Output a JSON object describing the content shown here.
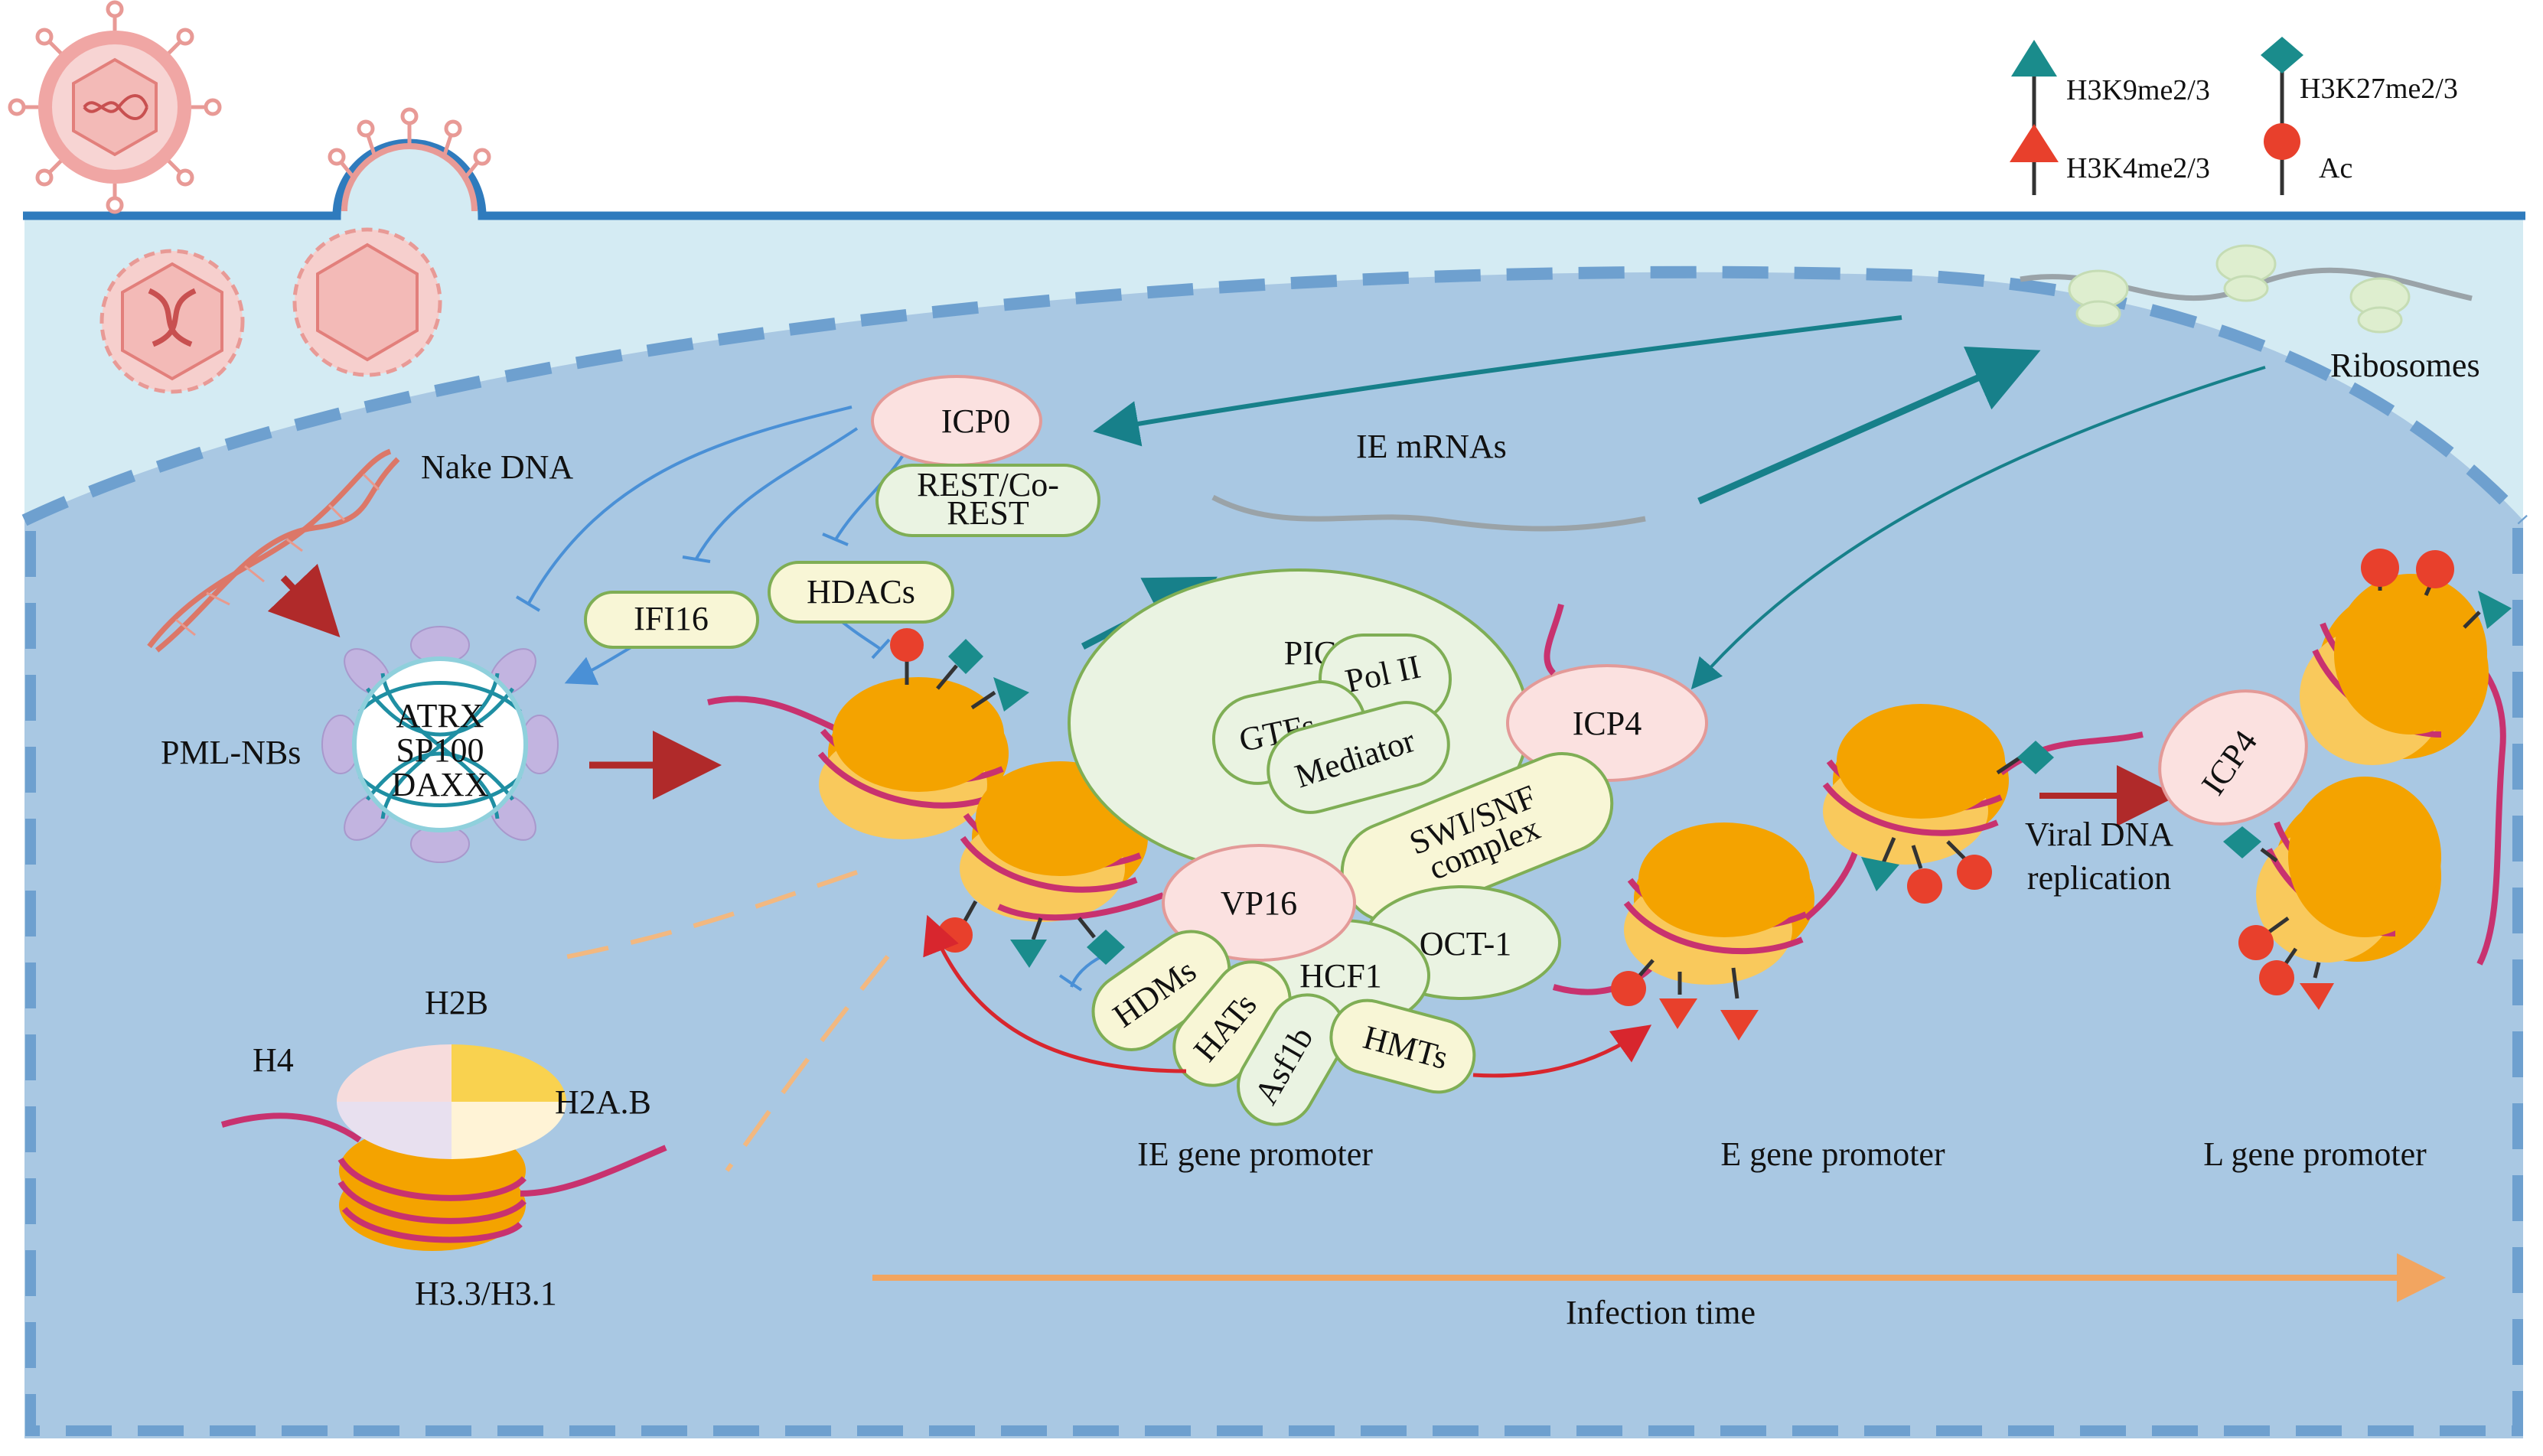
{
  "legend": {
    "h3k9": "H3K9me2/3",
    "h3k27": "H3K27me2/3",
    "h3k4": "H3K4me2/3",
    "ac": "Ac"
  },
  "labels": {
    "nake_dna": "Nake DNA",
    "pml_nbs": "PML-NBs",
    "atrx": "ATRX",
    "sp100": "SP100",
    "daxx": "DAXX",
    "icp0": "ICP0",
    "rest_line1": "REST/Co-",
    "rest_line2": "REST",
    "ifi16": "IFI16",
    "hdacs": "HDACs",
    "ie_mrnas": "IE mRNAs",
    "ribosomes": "Ribosomes",
    "pic": "PIC",
    "pol_ii": "Pol II",
    "gtfs": "GTFs",
    "mediator": "Mediator",
    "icp4_a": "ICP4",
    "icp4_b": "ICP4",
    "swi_line1": "SWI/SNF",
    "swi_line2": "complex",
    "vp16": "VP16",
    "oct1": "OCT-1",
    "hcf1": "HCF1",
    "hdms": "HDMs",
    "hats": "HATs",
    "asf1b": "Asf1b",
    "hmts": "HMTs",
    "h2b": "H2B",
    "h4": "H4",
    "h2ab": "H2A.B",
    "h33": "H3.3/H3.1",
    "ie_promoter": "IE gene promoter",
    "e_promoter": "E gene promoter",
    "l_promoter": "L gene promoter",
    "viral_line1": "Viral DNA",
    "viral_line2": "replication",
    "infection_time": "Infection time"
  },
  "colors": {
    "cytoplasm": "#d4ebf3",
    "nucleus": "#a9c8e3",
    "membrane": "#2f7bbd",
    "nuclear_envelope": "#6ea0cf",
    "nucleosome": "#f4a300",
    "dna_strand": "#c8326f",
    "virus": "#f0a6a4",
    "teal": "#1a8c8c",
    "red_mark": "#e8402c",
    "arrow_dark_red": "#b02a2a",
    "arrow_blue": "#4a90d6",
    "arrow_teal": "#17808a",
    "infection_arrow": "#f2a560"
  }
}
